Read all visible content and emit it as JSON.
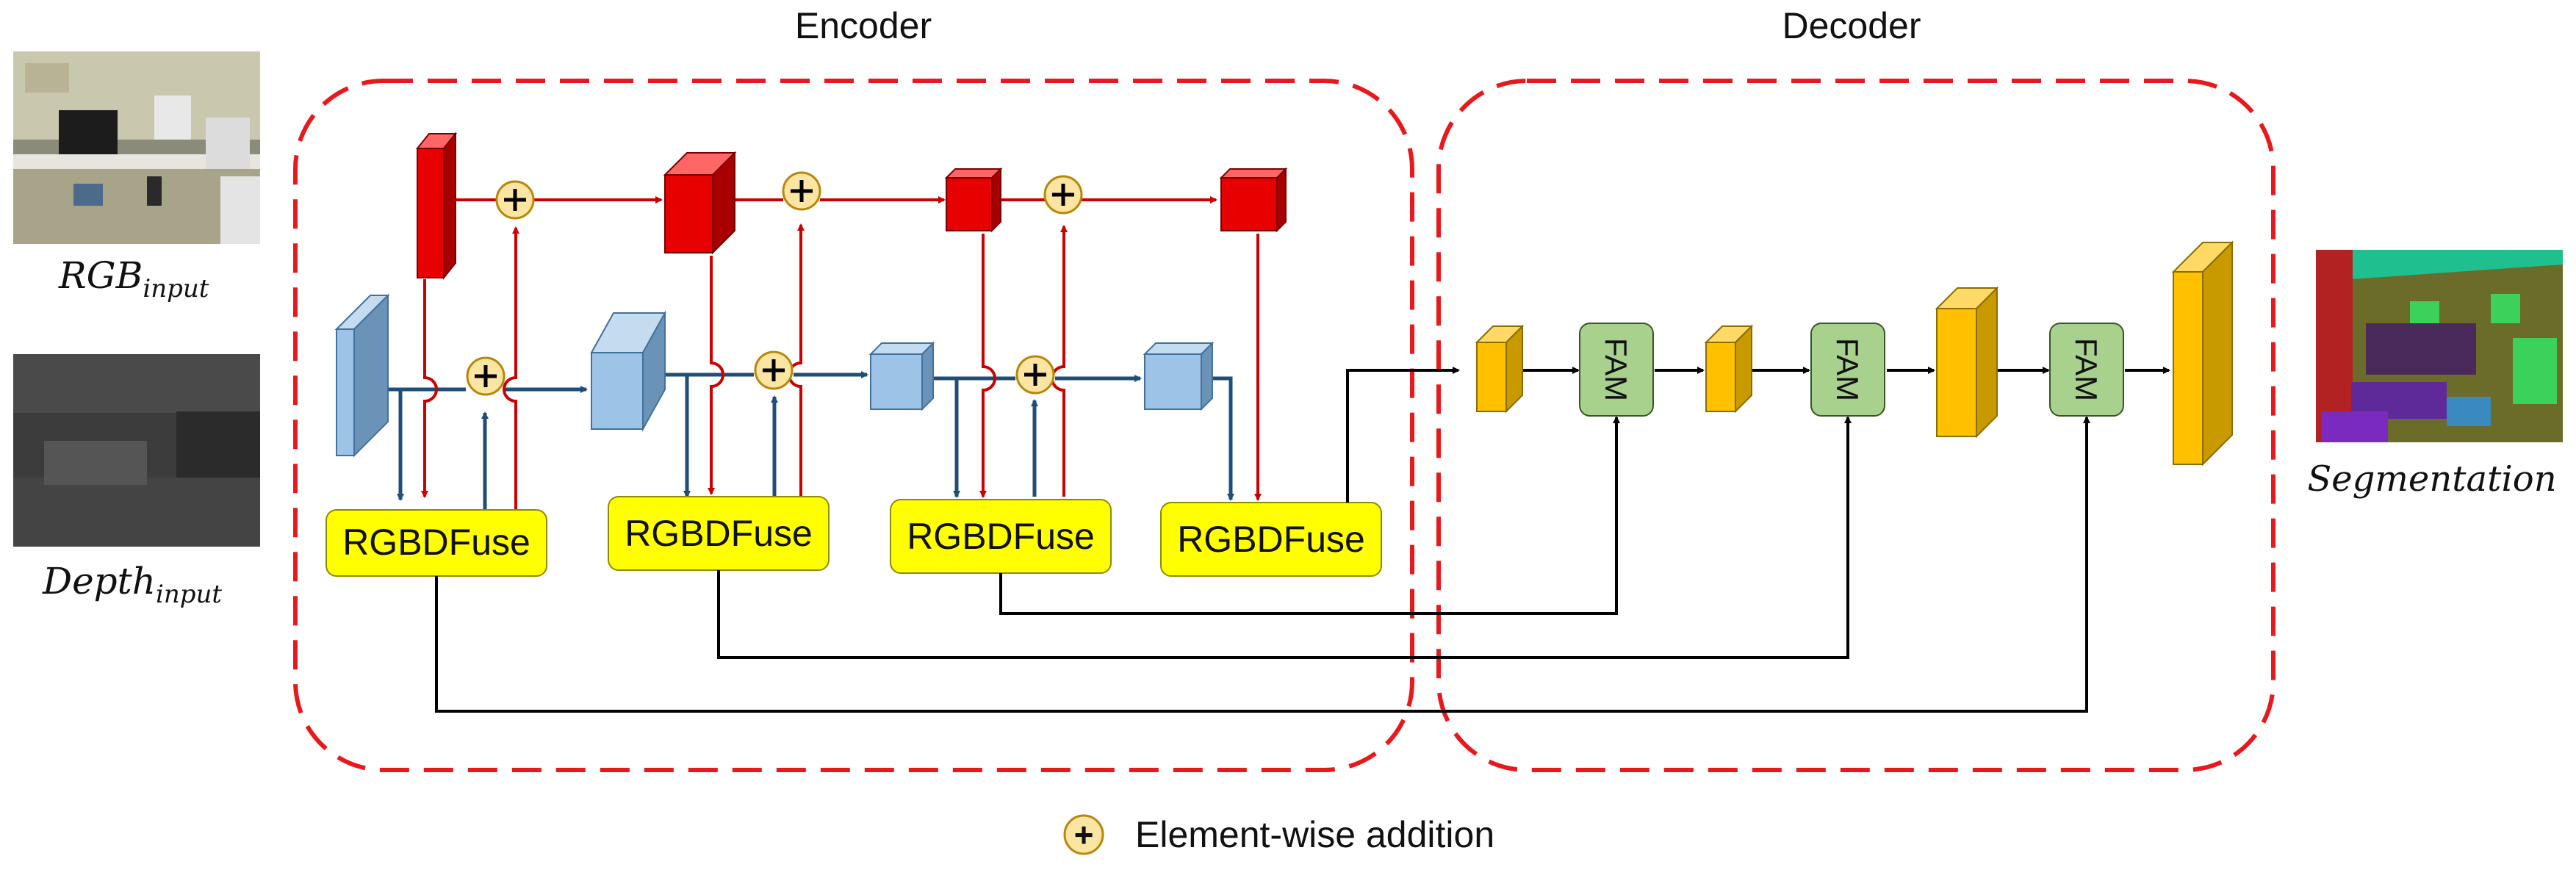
{
  "encoder": {
    "title": "Encoder"
  },
  "decoder": {
    "title": "Decoder"
  },
  "inputs": {
    "rgb": {
      "label": "RGB",
      "subscript": "input"
    },
    "depth": {
      "label": "Depth",
      "subscript": "input"
    }
  },
  "output": {
    "label": "Segmentation"
  },
  "fusion_blocks": [
    "RGBDFuse",
    "RGBDFuse",
    "RGBDFuse",
    "RGBDFuse"
  ],
  "fam_blocks": [
    "FAM",
    "FAM",
    "FAM"
  ],
  "legend": {
    "symbol": "+",
    "text": "Element-wise addition"
  },
  "colors": {
    "encoder_border": "#e8191c",
    "rgb_stream": "#cc0000",
    "depth_stream": "#1f4e79",
    "rgb_feature": "#e60000",
    "depth_feature": "#9dc3e6",
    "fuse_box": "#ffff00",
    "fam_box": "#a9d18e",
    "decoder_feature": "#ffc000",
    "add_node": "#fbe5a2"
  }
}
